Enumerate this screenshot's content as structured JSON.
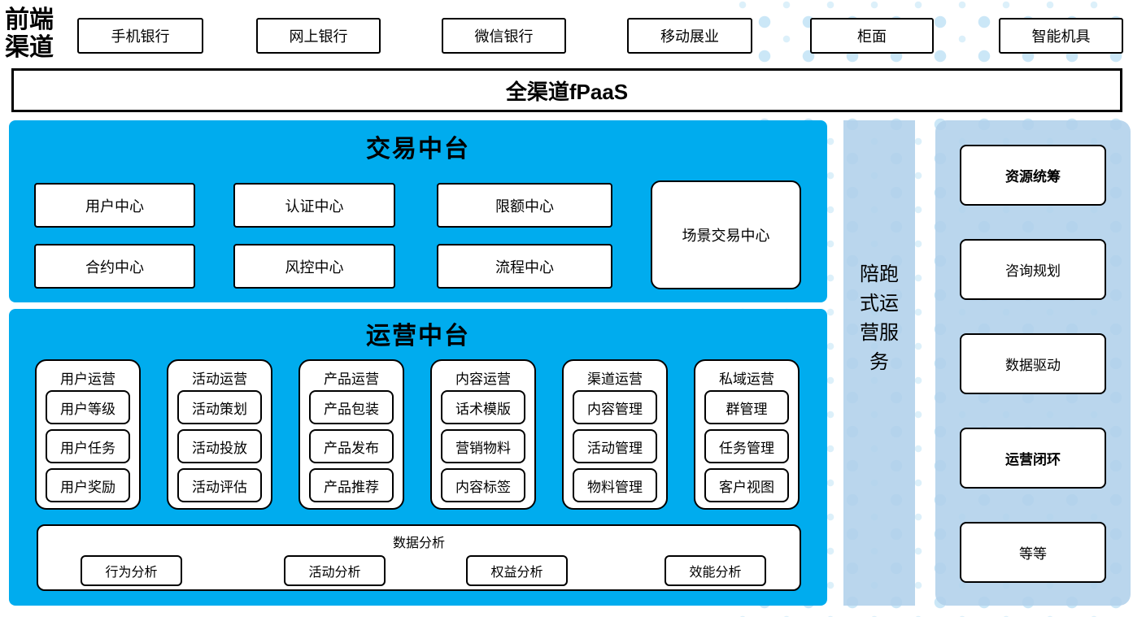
{
  "colors": {
    "accent_blue": "#00ACEE",
    "light_blue": "#BDD7EE",
    "dot_blue": "#CBE7F7",
    "box_border": "#000000"
  },
  "front_channels": {
    "label": "前端渠道",
    "items": [
      "手机银行",
      "网上银行",
      "微信银行",
      "移动展业",
      "柜面",
      "智能机具"
    ]
  },
  "fpaas": {
    "label": "全渠道fPaaS"
  },
  "transaction": {
    "title": "交易中台",
    "row1": [
      "用户中心",
      "认证中心",
      "限额中心"
    ],
    "row2": [
      "合约中心",
      "风控中心",
      "流程中心"
    ],
    "scene_center": "场景交易中心"
  },
  "operations": {
    "title": "运营中台",
    "columns": [
      {
        "header": "用户运营",
        "items": [
          "用户等级",
          "用户任务",
          "用户奖励"
        ]
      },
      {
        "header": "活动运营",
        "items": [
          "活动策划",
          "活动投放",
          "活动评估"
        ]
      },
      {
        "header": "产品运营",
        "items": [
          "产品包装",
          "产品发布",
          "产品推荐"
        ]
      },
      {
        "header": "内容运营",
        "items": [
          "话术模版",
          "营销物料",
          "内容标签"
        ]
      },
      {
        "header": "渠道运营",
        "items": [
          "内容管理",
          "活动管理",
          "物料管理"
        ]
      },
      {
        "header": "私域运营",
        "items": [
          "群管理",
          "任务管理",
          "客户视图"
        ]
      }
    ],
    "analysis": {
      "title": "数据分析",
      "items": [
        "行为分析",
        "活动分析",
        "权益分析",
        "效能分析"
      ]
    }
  },
  "side_service": {
    "label": "陪跑式运营服务"
  },
  "right_panel": {
    "items": [
      {
        "label": "资源统筹",
        "bold": true
      },
      {
        "label": "咨询规划",
        "bold": false
      },
      {
        "label": "数据驱动",
        "bold": false
      },
      {
        "label": "运营闭环",
        "bold": true
      },
      {
        "label": "等等",
        "bold": false
      }
    ]
  }
}
